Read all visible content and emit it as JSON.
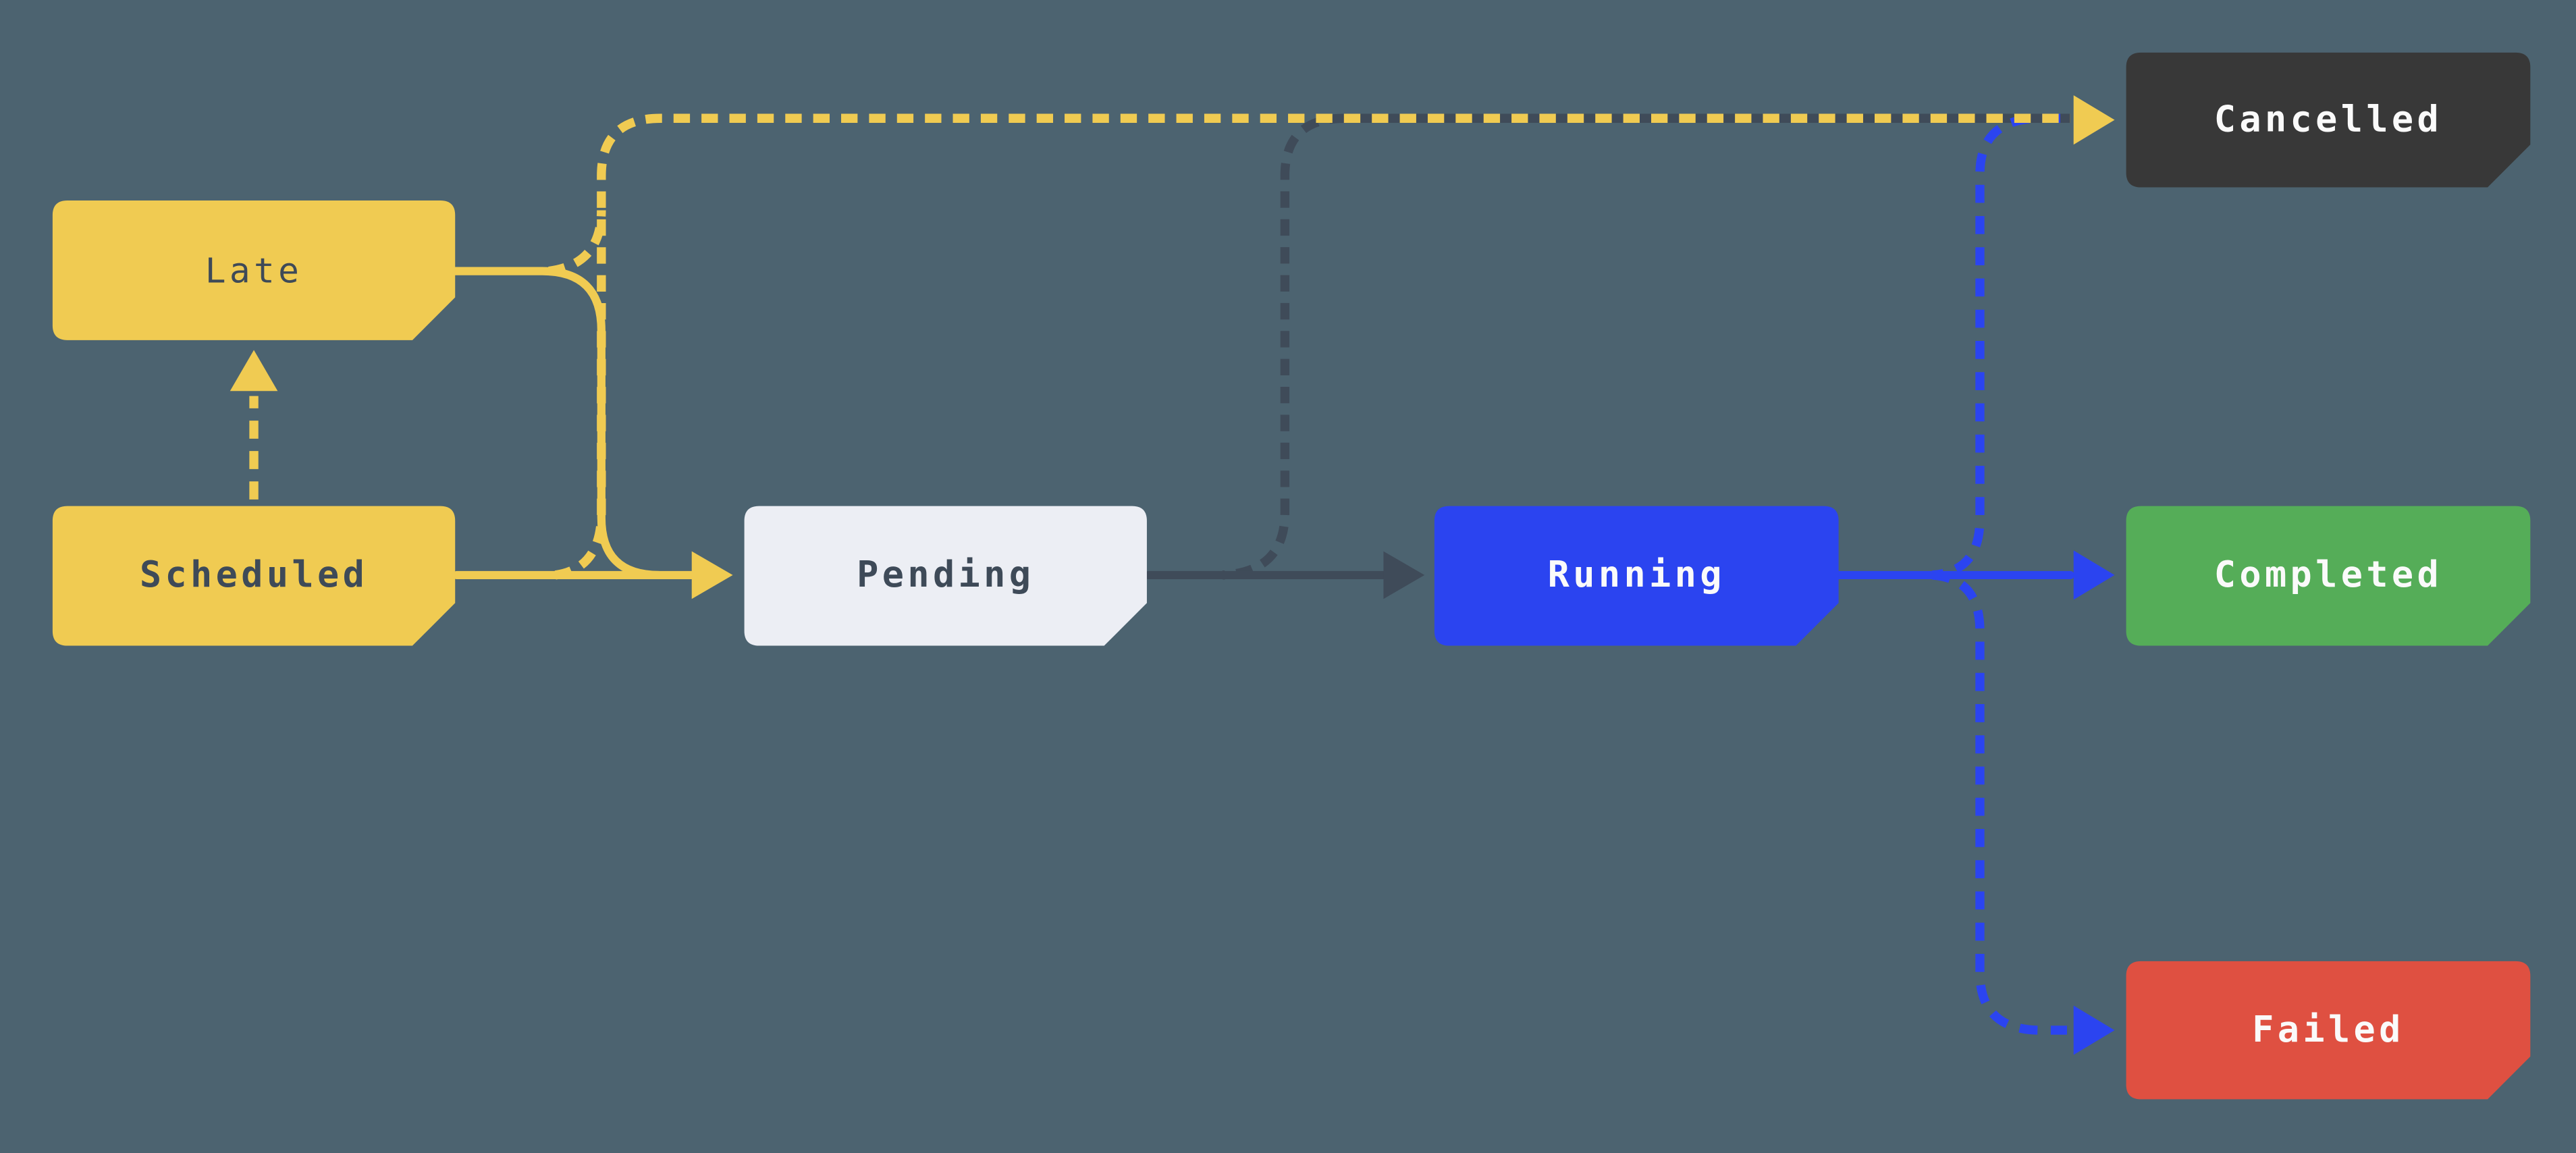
{
  "diagram": {
    "background_color": "#4C6370",
    "nodes": [
      {
        "id": "late",
        "label": "Late",
        "fill": "#F0CB52",
        "text_color": "#3E4A58"
      },
      {
        "id": "scheduled",
        "label": "Scheduled",
        "fill": "#F0CB52",
        "text_color": "#3E4A58"
      },
      {
        "id": "pending",
        "label": "Pending",
        "fill": "#ECEEF4",
        "text_color": "#3E4A58"
      },
      {
        "id": "running",
        "label": "Running",
        "fill": "#2B44F0",
        "text_color": "#FAFAFA"
      },
      {
        "id": "cancelled",
        "label": "Cancelled",
        "fill": "#383838",
        "text_color": "#FAFAFA"
      },
      {
        "id": "completed",
        "label": "Completed",
        "fill": "#55AD58",
        "text_color": "#FAFAFA"
      },
      {
        "id": "failed",
        "label": "Failed",
        "fill": "#DF5041",
        "text_color": "#FAFAFA"
      }
    ],
    "edge_colors": {
      "yellow": "#F0CB52",
      "gray": "#3F4B59",
      "blue": "#2B44F0"
    },
    "edges": [
      {
        "from": "Scheduled",
        "to": "Late",
        "style": "dashed",
        "color": "#F0CB52"
      },
      {
        "from": "Scheduled",
        "to": "Pending",
        "style": "solid",
        "color": "#F0CB52"
      },
      {
        "from": "Late",
        "to": "Pending",
        "style": "solid",
        "color": "#F0CB52"
      },
      {
        "from": "Late",
        "to": "Cancelled",
        "style": "dashed",
        "color": "#F0CB52"
      },
      {
        "from": "Scheduled",
        "to": "Cancelled",
        "style": "dashed",
        "color": "#F0CB52"
      },
      {
        "from": "Pending",
        "to": "Running",
        "style": "solid",
        "color": "#3F4B59"
      },
      {
        "from": "Pending",
        "to": "Cancelled",
        "style": "dashed",
        "color": "#3F4B59"
      },
      {
        "from": "Running",
        "to": "Completed",
        "style": "solid",
        "color": "#2B44F0"
      },
      {
        "from": "Running",
        "to": "Cancelled",
        "style": "dashed",
        "color": "#2B44F0"
      },
      {
        "from": "Running",
        "to": "Failed",
        "style": "dashed",
        "color": "#2B44F0"
      }
    ]
  }
}
